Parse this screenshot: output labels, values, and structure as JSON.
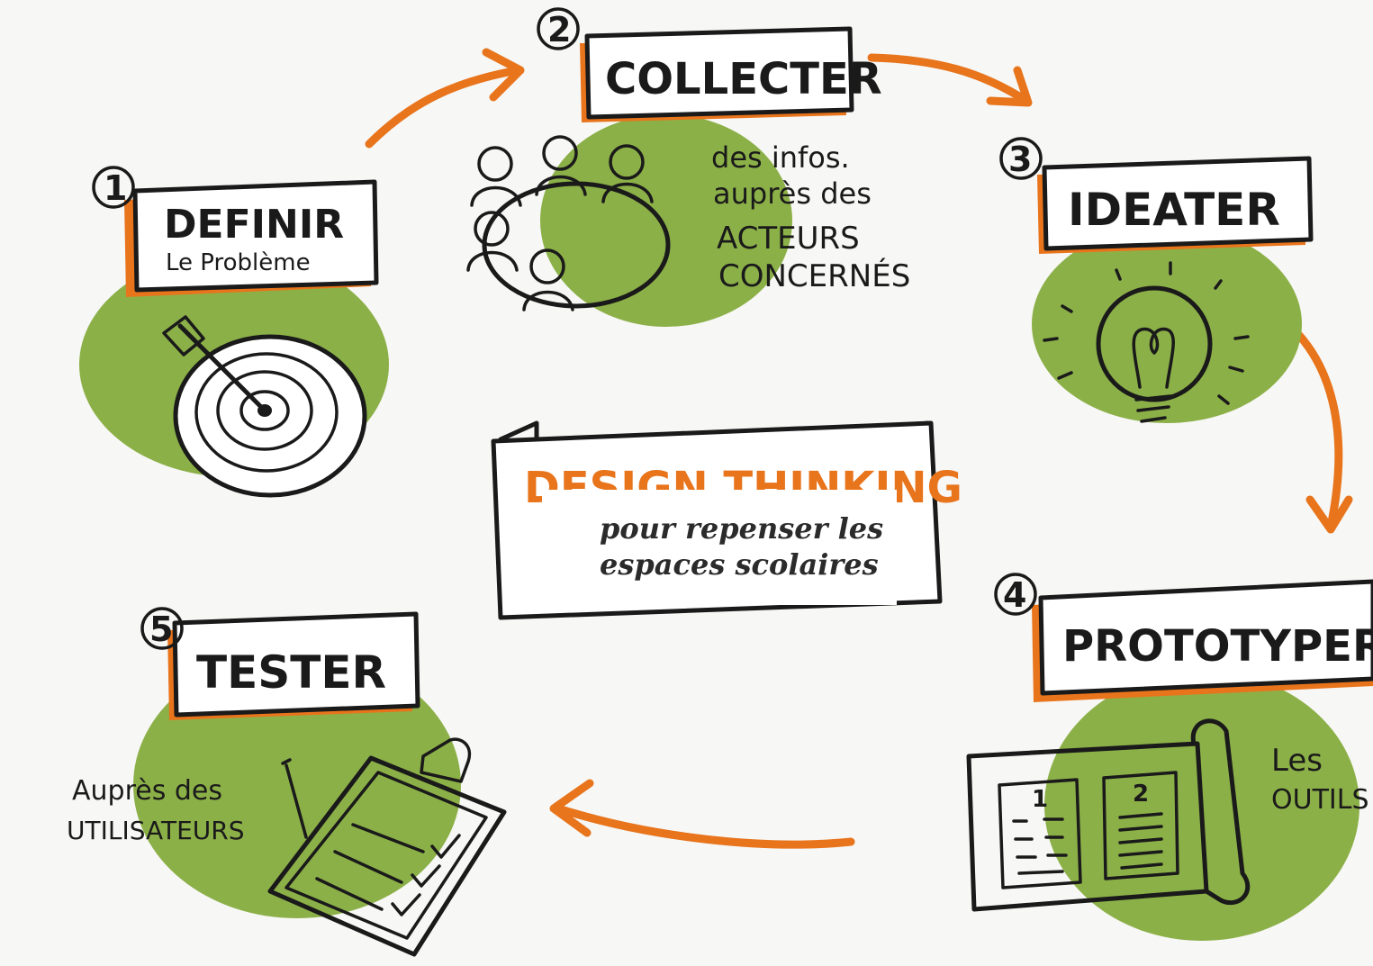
{
  "colors": {
    "green": "#8cb048",
    "orange": "#e8741c",
    "ink": "#1a1a1a",
    "paper": "#f7f7f5"
  },
  "center": {
    "title": "DESIGN THINKING",
    "subtitle_line1": "pour repenser les",
    "subtitle_line2": "espaces scolaires"
  },
  "steps": [
    {
      "number": "1",
      "title": "DEFINIR",
      "subtitle": "Le Problème",
      "icon": "target-icon"
    },
    {
      "number": "2",
      "title": "COLLECTER",
      "note": [
        "des infos.",
        "auprès des",
        "ACTEURS",
        "CONCERNÉS"
      ],
      "icon": "meeting-icon"
    },
    {
      "number": "3",
      "title": "IDEATER",
      "icon": "lightbulb-icon"
    },
    {
      "number": "4",
      "title": "PROTOTYPER",
      "note": [
        "Les",
        "OUTILS"
      ],
      "icon": "plan-scroll-icon",
      "panel_labels": [
        "1",
        "2"
      ]
    },
    {
      "number": "5",
      "title": "TESTER",
      "note": [
        "Auprès des",
        "UTILISATEURS"
      ],
      "icon": "clipboard-checklist-icon"
    }
  ]
}
